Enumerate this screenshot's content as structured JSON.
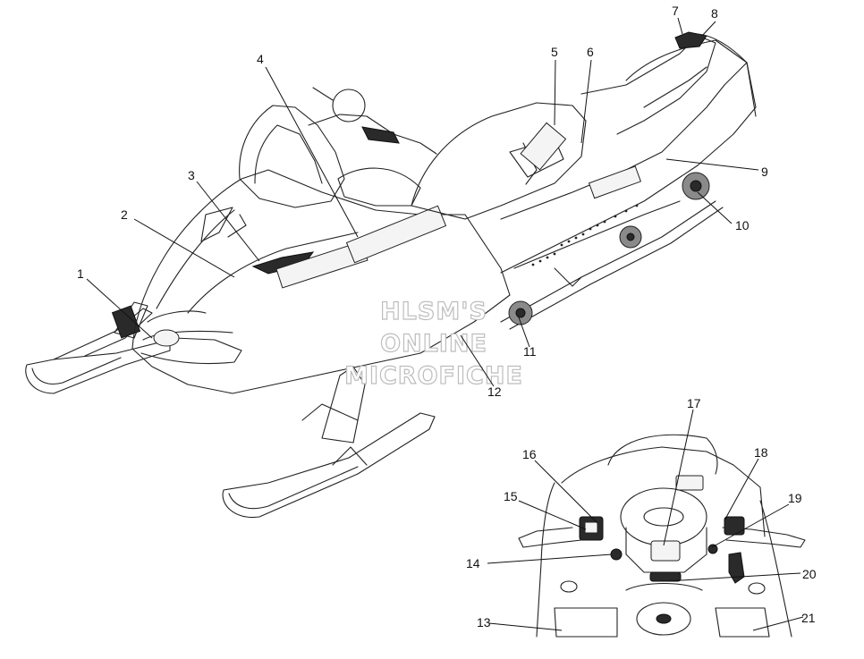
{
  "watermark": [
    "HLSM'S",
    "ONLINE",
    "MICROFICHE"
  ],
  "callouts": [
    "1",
    "2",
    "3",
    "4",
    "5",
    "6",
    "7",
    "8",
    "9",
    "10",
    "11",
    "12",
    "13",
    "14",
    "15",
    "16",
    "17",
    "18",
    "19",
    "20",
    "21"
  ]
}
